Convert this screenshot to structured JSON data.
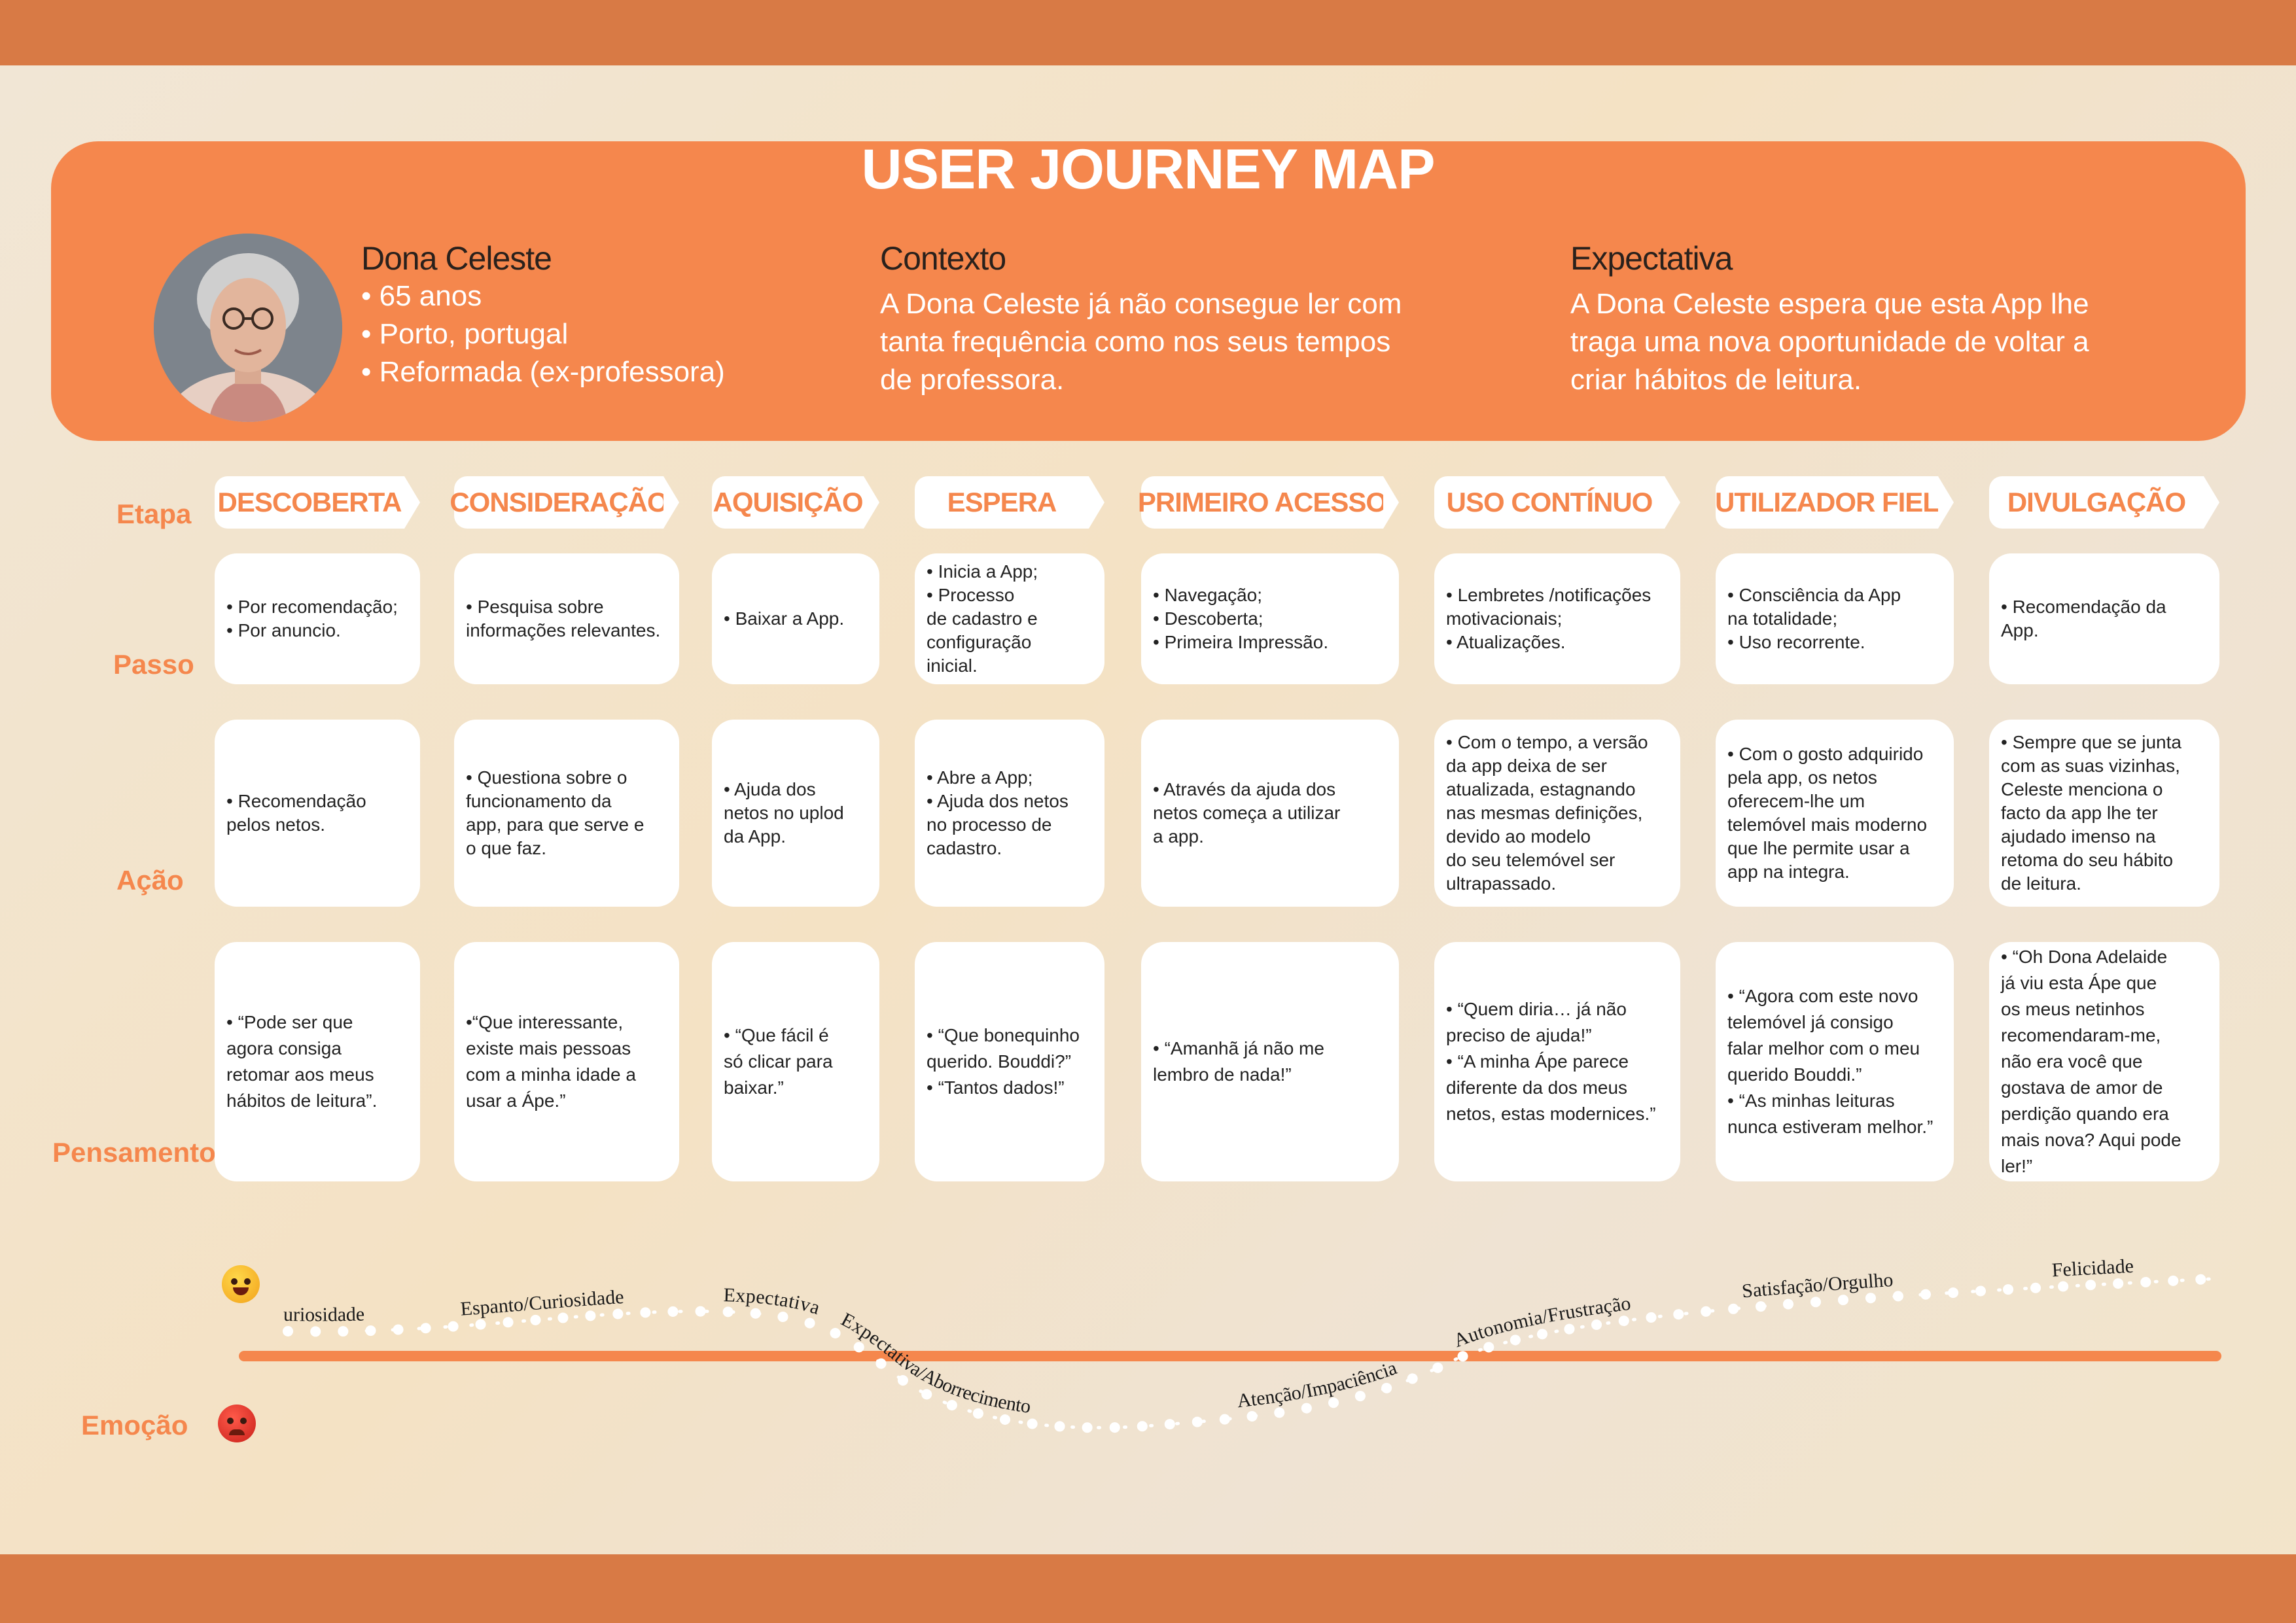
{
  "title": "USER JOURNEY MAP",
  "persona": {
    "name": "Dona Celeste",
    "details": [
      "• 65 anos",
      "• Porto, portugal",
      "• Reformada (ex-professora)"
    ]
  },
  "context": {
    "heading": "Contexto",
    "lines": [
      "A Dona Celeste já não consegue ler com",
      "tanta frequência como nos seus tempos",
      "de professora."
    ]
  },
  "expectation": {
    "heading": "Expectativa",
    "lines": [
      "A Dona Celeste espera que esta App lhe",
      "traga uma nova oportunidade de voltar a",
      "criar hábitos de leitura."
    ]
  },
  "row_labels": {
    "etapa": "Etapa",
    "passo": "Passo",
    "acao": "Ação",
    "pensamento": "Pensamento",
    "emocao": "Emoção"
  },
  "stages": [
    {
      "name": "DESCOBERTA",
      "passo": [
        "• Por recomendação;",
        "• Por anuncio."
      ],
      "acao": [
        "• Recomendação",
        "pelos netos."
      ],
      "pensamento": [
        "• “Pode ser que",
        "agora consiga",
        "retomar aos meus",
        "hábitos de leitura”."
      ]
    },
    {
      "name": "CONSIDERAÇÃO",
      "passo": [
        "• Pesquisa sobre",
        "informações relevantes."
      ],
      "acao": [
        "• Questiona sobre o",
        "funcionamento da",
        "app, para que serve e",
        "o que faz."
      ],
      "pensamento": [
        "•“Que interessante,",
        "existe mais pessoas",
        "com a minha idade a",
        "usar a Ápe.”"
      ]
    },
    {
      "name": "AQUISIÇÃO",
      "passo": [
        "• Baixar a App."
      ],
      "acao": [
        "• Ajuda dos",
        "netos no uplod",
        "da App."
      ],
      "pensamento": [
        "• “Que fácil é",
        "só clicar para",
        "baixar.”"
      ]
    },
    {
      "name": "ESPERA",
      "passo": [
        "• Inicia a App;",
        "• Processo",
        "de cadastro e",
        "configuração",
        "inicial."
      ],
      "acao": [
        "• Abre a App;",
        "• Ajuda dos netos",
        "no processo de",
        "cadastro."
      ],
      "pensamento": [
        "• “Que bonequinho",
        "querido. Bouddi?”",
        "• “Tantos dados!”"
      ]
    },
    {
      "name": "PRIMEIRO ACESSO",
      "passo": [
        "• Navegação;",
        "• Descoberta;",
        "• Primeira Impressão."
      ],
      "acao": [
        "• Através da ajuda dos",
        "netos começa a utilizar",
        "a app."
      ],
      "pensamento": [
        "• “Amanhã já não me",
        "lembro de nada!”"
      ]
    },
    {
      "name": "USO CONTÍNUO",
      "passo": [
        "• Lembretes /notificações",
        "motivacionais;",
        "• Atualizações."
      ],
      "acao": [
        "• Com o tempo, a versão",
        "da app deixa de ser",
        "atualizada, estagnando",
        "nas mesmas definições,",
        "devido ao modelo",
        "do seu telemóvel ser",
        "ultrapassado."
      ],
      "pensamento": [
        "• “Quem diria… já não",
        "preciso de ajuda!”",
        "• “A minha Ápe parece",
        "diferente da dos meus",
        "netos, estas modernices.”"
      ]
    },
    {
      "name": "UTILIZADOR FIEL",
      "passo": [
        "• Consciência da App",
        "na totalidade;",
        "• Uso recorrente."
      ],
      "acao": [
        "• Com o gosto adquirido",
        "pela app, os netos",
        "oferecem-lhe um",
        "telemóvel mais moderno",
        "que lhe permite usar a",
        "app na integra."
      ],
      "pensamento": [
        "• “Agora com este novo",
        "telemóvel já consigo",
        "falar melhor com o meu",
        "querido Bouddi.”",
        "• “As minhas leituras",
        "nunca estiveram melhor.”"
      ]
    },
    {
      "name": "DIVULGAÇÃO",
      "passo": [
        "• Recomendação da",
        "App."
      ],
      "acao": [
        "• Sempre que se junta",
        "com as suas vizinhas,",
        "Celeste menciona o",
        "facto da app lhe ter",
        "ajudado imenso na",
        "retoma do seu hábito",
        "de leitura."
      ],
      "pensamento": [
        "• “Oh Dona Adelaide",
        "já viu esta Ápe que",
        "os meus netinhos",
        "recomendaram-me,",
        "não era você que",
        "gostava de amor de",
        "perdição quando era",
        "mais nova? Aqui pode",
        "ler!”"
      ]
    }
  ],
  "emotions": [
    "Curiosidade",
    "Espanto/Curiosidade",
    "Expectativa",
    "Expectativa/Aborrecimento",
    "Atenção/Impaciência",
    "Autonomia/Frustração",
    "Satisfação/Orgulho",
    "Felicidade"
  ],
  "colors": {
    "accent": "#f5874d",
    "band": "#d87a45",
    "card": "#ffffff"
  }
}
